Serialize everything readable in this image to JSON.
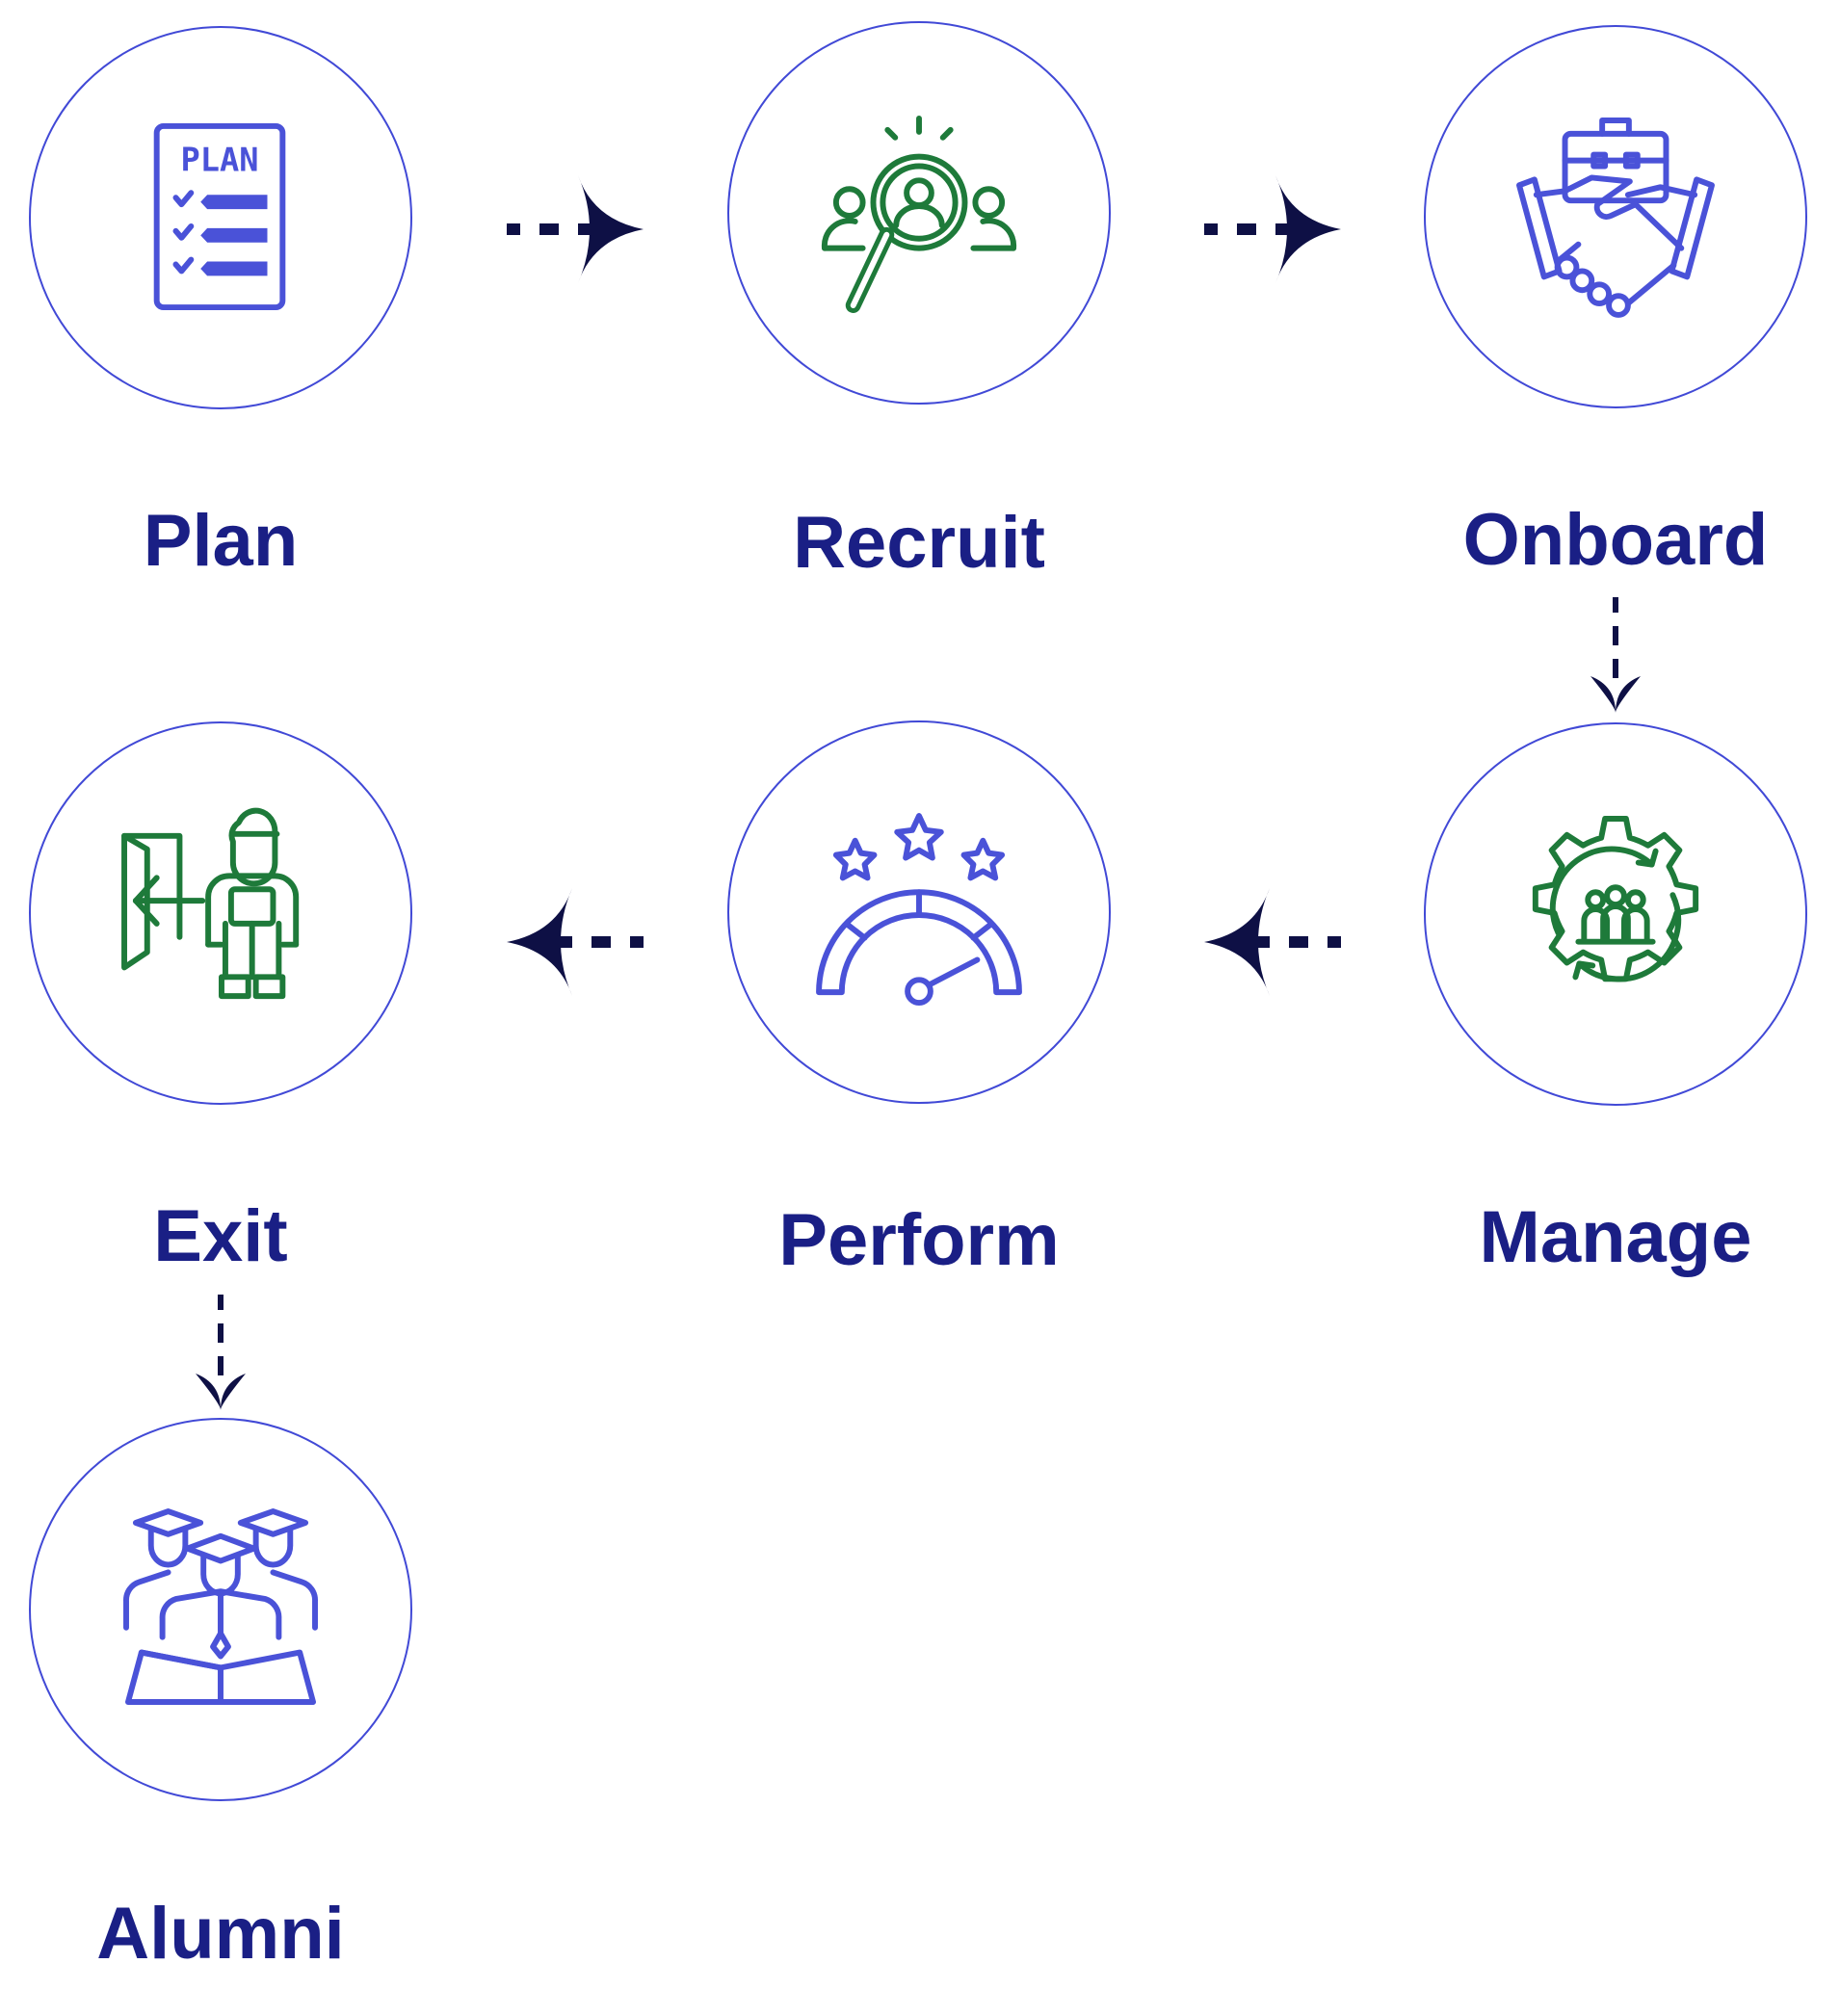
{
  "colors": {
    "circle_border": "#4149d6",
    "label": "#1a1f85",
    "arrow": "#0e1045",
    "icon_blue": "#4a52d8",
    "icon_green": "#1e7a3a"
  },
  "stages": [
    {
      "label": "Plan",
      "icon": "plan-checklist-icon",
      "icon_text": "PLAN"
    },
    {
      "label": "Recruit",
      "icon": "recruit-search-icon"
    },
    {
      "label": "Onboard",
      "icon": "handshake-icon"
    },
    {
      "label": "Manage",
      "icon": "gear-team-icon"
    },
    {
      "label": "Perform",
      "icon": "performance-gauge-icon"
    },
    {
      "label": "Exit",
      "icon": "exit-door-icon"
    },
    {
      "label": "Alumni",
      "icon": "graduates-icon"
    }
  ]
}
